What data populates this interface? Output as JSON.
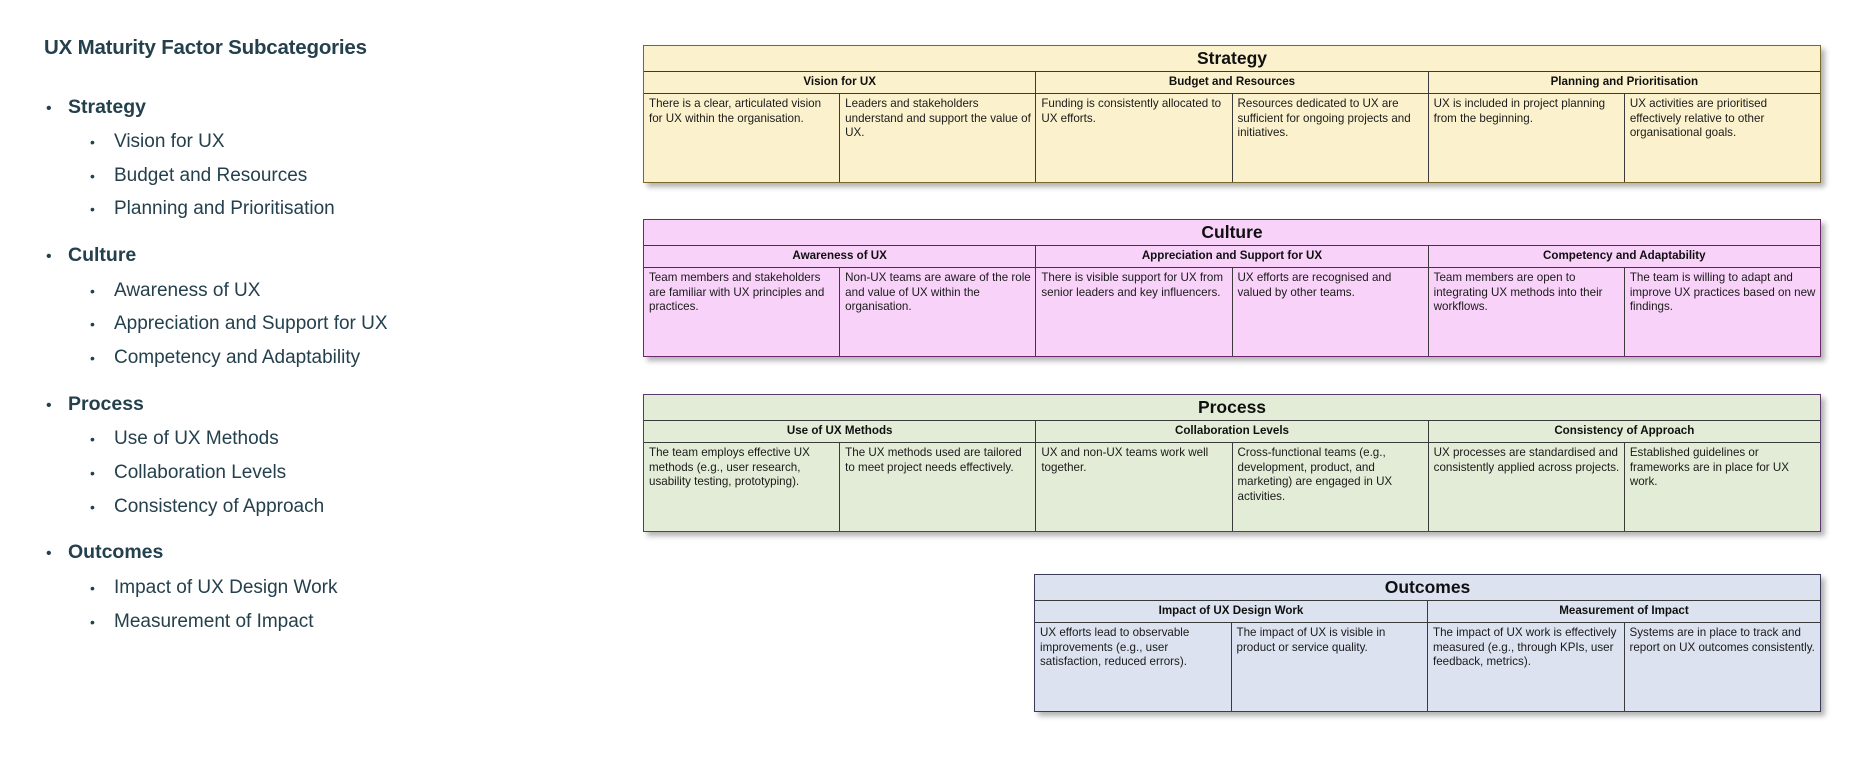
{
  "page_title": "UX Maturity Factor Subcategories",
  "bullets": {
    "group_marker": "•",
    "sub_marker": "•"
  },
  "outline": [
    {
      "label": "Strategy",
      "subcategories": [
        "Vision for UX",
        "Budget and Resources",
        "Planning and Prioritisation"
      ]
    },
    {
      "label": "Culture",
      "subcategories": [
        "Awareness of UX",
        "Appreciation and Support for UX",
        "Competency and Adaptability"
      ]
    },
    {
      "label": "Process",
      "subcategories": [
        "Use of UX Methods",
        "Collaboration Levels",
        "Consistency of Approach"
      ]
    },
    {
      "label": "Outcomes",
      "subcategories": [
        "Impact of UX Design Work",
        "Measurement of Impact"
      ]
    }
  ],
  "colors": {
    "text": "#24404d",
    "strategy_fill": "#fbf2cd",
    "culture_fill": "#f8d2f8",
    "process_fill": "#e3ecd6",
    "outcomes_fill": "#dde2f0",
    "border": "#3a3a3a"
  },
  "tables": [
    {
      "title": "Strategy",
      "theme": "theme-strategy",
      "subcategories": [
        {
          "name": "Vision for UX",
          "cells": [
            "There is a clear, articulated vision for UX within the organisation.",
            "Leaders and stakeholders understand and support the value of UX."
          ]
        },
        {
          "name": "Budget and Resources",
          "cells": [
            "Funding is consistently allocated to UX efforts.",
            "Resources dedicated to UX are sufficient for ongoing projects and initiatives."
          ]
        },
        {
          "name": "Planning and Prioritisation",
          "cells": [
            "UX is included in project planning from the beginning.",
            "UX activities are prioritised effectively relative to other organisational goals."
          ]
        }
      ]
    },
    {
      "title": "Culture",
      "theme": "theme-culture",
      "subcategories": [
        {
          "name": "Awareness of UX",
          "cells": [
            "Team members and stakeholders are familiar with UX principles and practices.",
            "Non-UX teams are aware of the role and value of UX within the organisation."
          ]
        },
        {
          "name": "Appreciation and Support for UX",
          "cells": [
            "There is visible support for UX from senior leaders and key influencers.",
            "UX efforts are recognised and valued by other teams."
          ]
        },
        {
          "name": "Competency and Adaptability",
          "cells": [
            "Team members are open to integrating UX methods into their workflows.",
            "The team is willing to adapt and improve UX practices based on new findings."
          ]
        }
      ]
    },
    {
      "title": "Process",
      "theme": "theme-process",
      "subcategories": [
        {
          "name": "Use of UX Methods",
          "cells": [
            "The team employs effective UX methods (e.g., user research, usability testing, prototyping).",
            "The UX methods used are tailored to meet project needs effectively."
          ]
        },
        {
          "name": "Collaboration Levels",
          "cells": [
            "UX and non-UX teams work well together.",
            "Cross-functional teams (e.g., development, product, and marketing) are engaged in UX activities."
          ]
        },
        {
          "name": "Consistency of Approach",
          "cells": [
            "UX processes are standardised and consistently applied across projects.",
            "Established guidelines or frameworks are in place for UX work."
          ]
        }
      ]
    },
    {
      "title": "Outcomes",
      "theme": "theme-outcomes",
      "subcategories": [
        {
          "name": "Impact of UX Design Work",
          "cells": [
            "UX efforts lead to observable improvements (e.g., user satisfaction, reduced errors).",
            "The impact of UX is visible in product or service quality."
          ]
        },
        {
          "name": "Measurement of Impact",
          "cells": [
            "The impact of UX work is effectively measured (e.g., through KPIs, user feedback, metrics).",
            "Systems are in place to track and report on UX outcomes consistently."
          ]
        }
      ]
    }
  ]
}
